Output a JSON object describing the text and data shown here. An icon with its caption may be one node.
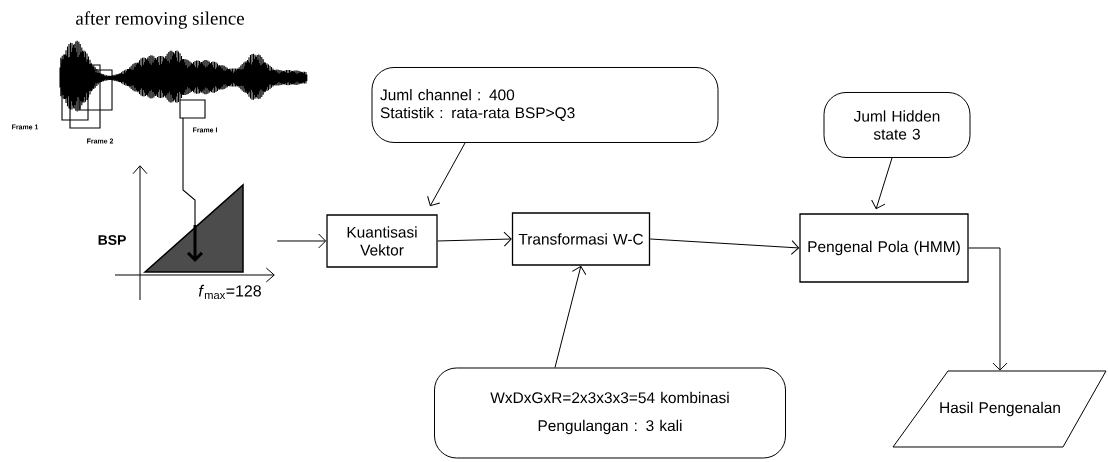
{
  "diagram": {
    "nodes": [
      {
        "text": [],
        "shape": "picture"
      },
      {
        "text": [
          "Juml channel : 400",
          "Statistik : rata-rata BSP>Q3"
        ]
      },
      {
        "text": [
          "Kuantisasi Vektor"
        ]
      },
      {
        "text": [
          "Transformasi W-C"
        ]
      },
      {
        "text": [
          "Juml Hidden state 3"
        ]
      },
      {
        "text": [
          "Pengenal Pola (HMM)"
        ]
      },
      {
        "text": [
          "WxDxGxR=2x3x3x3=54 kombinasi",
          "Pengulangan : 3 kali"
        ]
      },
      {
        "text": [
          "Hasil Pengenalan"
        ]
      }
    ],
    "edges": [
      {
        "from": 0,
        "to": 2,
        "arrow": "to"
      },
      {
        "from": 1,
        "to": 2,
        "arrow": "to"
      },
      {
        "from": 2,
        "to": 3,
        "arrow": "to"
      },
      {
        "from": 6,
        "to": 3,
        "arrow": "to"
      },
      {
        "from": 3,
        "to": 5,
        "arrow": "to"
      },
      {
        "from": 4,
        "to": 5,
        "arrow": "to"
      },
      {
        "from": 5,
        "to": 7,
        "arrow": "to"
      }
    ],
    "labels": [
      "after removing silence",
      "Frame 1",
      "Frame 2",
      "Frame I",
      "BSP",
      "*f*$_{max}$=128"
    ]
  }
}
